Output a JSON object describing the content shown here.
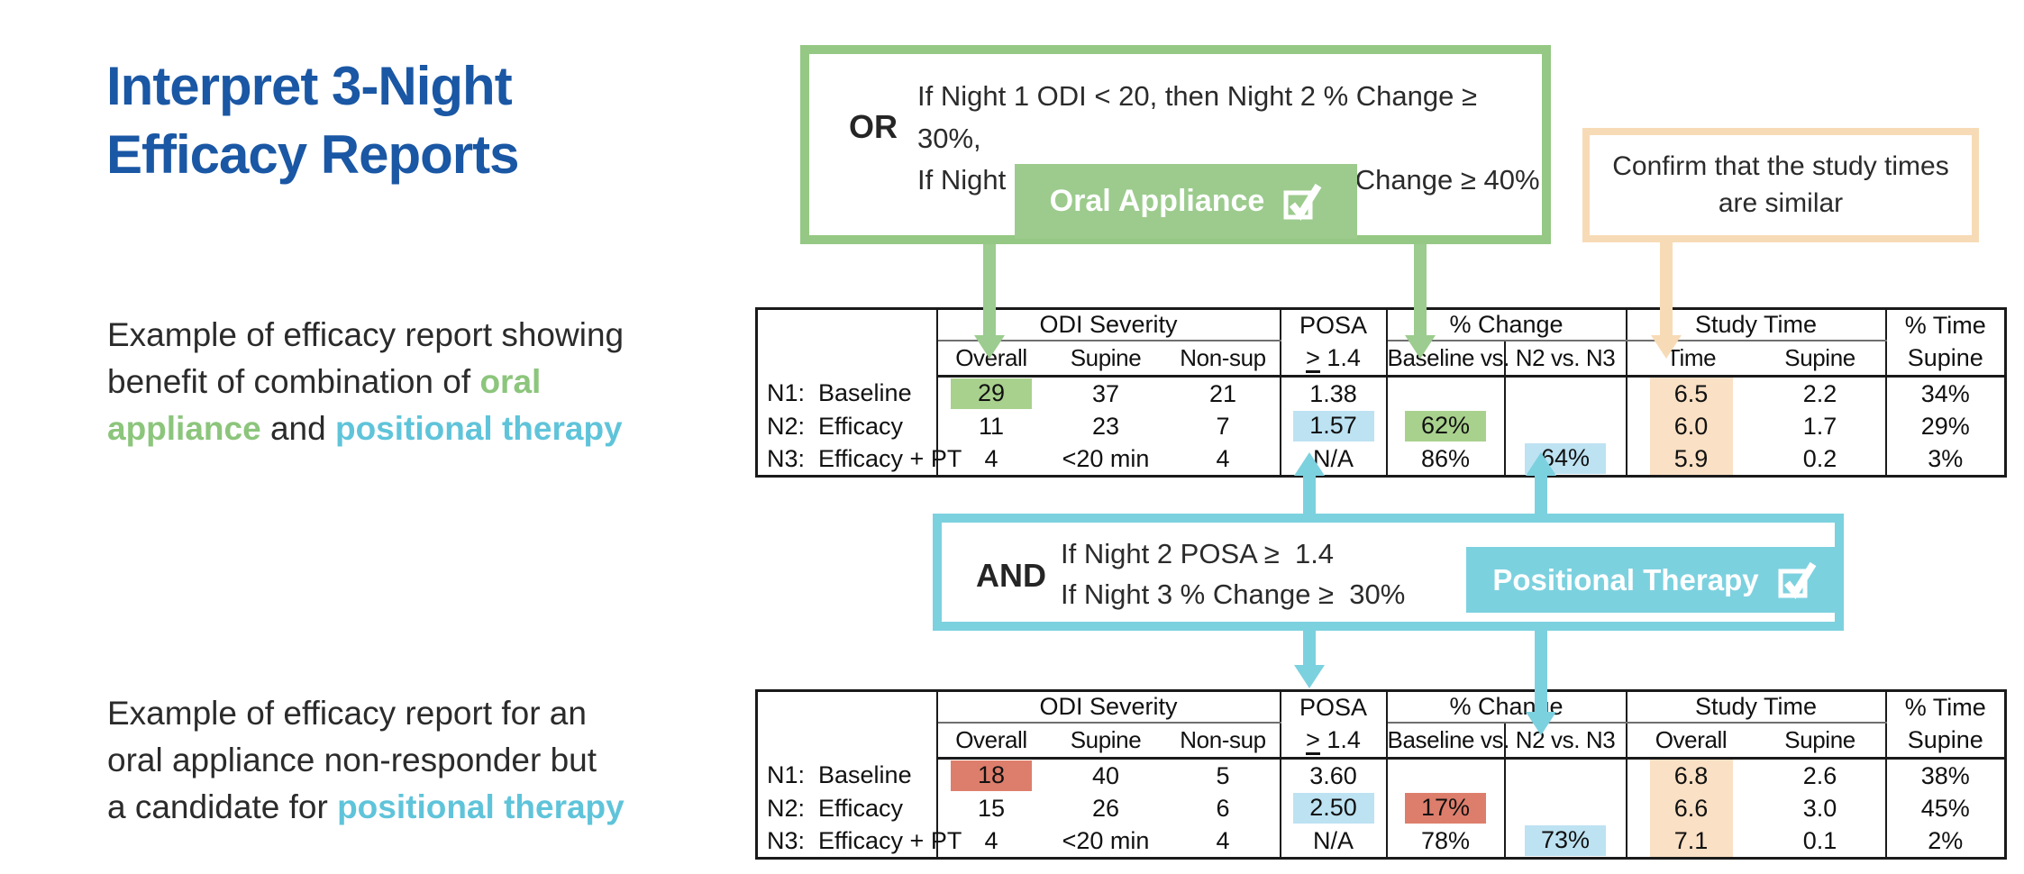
{
  "page_title": {
    "line1": "Interpret 3-Night",
    "line2": "Efficacy Reports"
  },
  "or_box": {
    "label": "OR",
    "conditions": [
      "If Night 1 ODI < 20, then Night 2 % Change ≥ 30%,",
      "If Night 1 ODI ≥ 20, then Night 2 % Change ≥ 40%"
    ],
    "button_label": "Oral Appliance",
    "icon": "checkbox-check-icon"
  },
  "confirm_box": {
    "line1": "Confirm that the study times",
    "line2": "are similar"
  },
  "and_box": {
    "label": "AND",
    "conditions": [
      "If Night 2 POSA ≥  1.4",
      "If Night 3 % Change ≥  30%"
    ],
    "button_label": "Positional Therapy",
    "icon": "checkbox-check-icon"
  },
  "captions": [
    {
      "lines": [
        [
          {
            "t": "Example of efficacy report showing",
            "c": "dark"
          }
        ],
        [
          {
            "t": "benefit of combination of ",
            "c": "dark"
          },
          {
            "t": "oral",
            "c": "green"
          }
        ],
        [
          {
            "t": "appliance",
            "c": "green"
          },
          {
            "t": " and ",
            "c": "dark"
          },
          {
            "t": "positional therapy",
            "c": "blue"
          }
        ]
      ]
    },
    {
      "lines": [
        [
          {
            "t": "Example of efficacy report for an",
            "c": "dark"
          }
        ],
        [
          {
            "t": "oral appliance non-responder but",
            "c": "dark"
          }
        ],
        [
          {
            "t": "a candidate for ",
            "c": "dark"
          },
          {
            "t": "positional therapy",
            "c": "blue"
          }
        ]
      ]
    }
  ],
  "tables": [
    {
      "groups": {
        "odi": "ODI Severity",
        "posa_top": "POSA",
        "posa_symbol": ">",
        "posa_value": "1.4",
        "change": "% Change",
        "study": "Study Time",
        "pct_time_top": "% Time",
        "pct_time_bottom": "Supine"
      },
      "sub_headers": [
        "Overall",
        "Supine",
        "Non-sup",
        "Baseline vs.",
        "N2 vs. N3",
        "Time",
        "Supine"
      ],
      "rows": [
        {
          "label": "N1:  Baseline",
          "cells": [
            {
              "v": "29",
              "hl": "green"
            },
            {
              "v": "37"
            },
            {
              "v": "21"
            },
            {
              "v": "1.38"
            },
            {
              "v": ""
            },
            {
              "v": ""
            },
            {
              "v": "6.5",
              "hl": "peachcol"
            },
            {
              "v": "2.2"
            },
            {
              "v": "34%"
            }
          ]
        },
        {
          "label": "N2:  Efficacy",
          "cells": [
            {
              "v": "11"
            },
            {
              "v": "23"
            },
            {
              "v": "7"
            },
            {
              "v": "1.57",
              "hl": "blue"
            },
            {
              "v": "62%",
              "hl": "green"
            },
            {
              "v": ""
            },
            {
              "v": "6.0",
              "hl": "peachcol"
            },
            {
              "v": "1.7"
            },
            {
              "v": "29%"
            }
          ]
        },
        {
          "label": "N3:  Efficacy + PT",
          "cells": [
            {
              "v": "4"
            },
            {
              "v": "<20 min"
            },
            {
              "v": "4"
            },
            {
              "v": "N/A"
            },
            {
              "v": "86%"
            },
            {
              "v": "64%",
              "hl": "blue"
            },
            {
              "v": "5.9",
              "hl": "peachcol"
            },
            {
              "v": "0.2"
            },
            {
              "v": "3%"
            }
          ]
        }
      ]
    },
    {
      "groups": {
        "odi": "ODI Severity",
        "posa_top": "POSA",
        "posa_symbol": ">",
        "posa_value": "1.4",
        "change": "% Change",
        "study": "Study Time",
        "pct_time_top": "% Time",
        "pct_time_bottom": "Supine"
      },
      "sub_headers": [
        "Overall",
        "Supine",
        "Non-sup",
        "Baseline vs.",
        "N2 vs. N3",
        "Overall",
        "Supine"
      ],
      "rows": [
        {
          "label": "N1:  Baseline",
          "cells": [
            {
              "v": "18",
              "hl": "red"
            },
            {
              "v": "40"
            },
            {
              "v": "5"
            },
            {
              "v": "3.60"
            },
            {
              "v": ""
            },
            {
              "v": ""
            },
            {
              "v": "6.8",
              "hl": "peachcol"
            },
            {
              "v": "2.6"
            },
            {
              "v": "38%"
            }
          ]
        },
        {
          "label": "N2:  Efficacy",
          "cells": [
            {
              "v": "15"
            },
            {
              "v": "26"
            },
            {
              "v": "6"
            },
            {
              "v": "2.50",
              "hl": "blue"
            },
            {
              "v": "17%",
              "hl": "red"
            },
            {
              "v": ""
            },
            {
              "v": "6.6",
              "hl": "peachcol"
            },
            {
              "v": "3.0"
            },
            {
              "v": "45%"
            }
          ]
        },
        {
          "label": "N3:  Efficacy + PT",
          "cells": [
            {
              "v": "4"
            },
            {
              "v": "<20 min"
            },
            {
              "v": "4"
            },
            {
              "v": "N/A"
            },
            {
              "v": "78%"
            },
            {
              "v": "73%",
              "hl": "blue"
            },
            {
              "v": "7.1",
              "hl": "peachcol"
            },
            {
              "v": "0.1"
            },
            {
              "v": "2%"
            }
          ]
        }
      ]
    }
  ],
  "colors": {
    "title_blue": "#1A57A4",
    "green_accent": "#9CCB8D",
    "green_border": "#95C884",
    "teal_accent": "#7CD1DF",
    "peach_accent": "#F7DBB6",
    "highlight_green": "#A9D18E",
    "highlight_blue": "#BDE2F2",
    "highlight_peach": "#FAE0C4",
    "highlight_red": "#DD7E6C",
    "caption_green_text": "#8CC57C",
    "caption_blue_text": "#5FC4DA"
  }
}
